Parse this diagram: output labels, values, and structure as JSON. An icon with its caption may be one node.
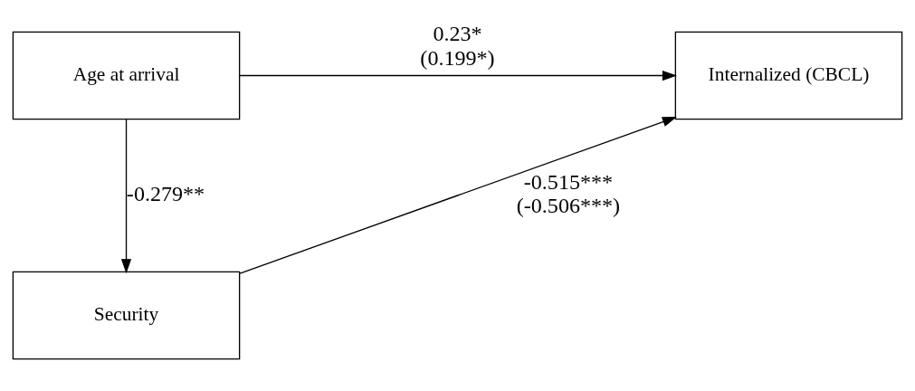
{
  "diagram": {
    "nodes": [
      {
        "text": [
          "Age at arrival"
        ]
      },
      {
        "text": [
          "Internalized (CBCL)"
        ]
      },
      {
        "text": [
          "Security"
        ]
      }
    ],
    "edges": [
      {
        "from": 0,
        "to": 1,
        "arrow": "to",
        "label": "0.23* (0.199*)"
      },
      {
        "from": 0,
        "to": 2,
        "arrow": "to",
        "label": "-0.279**"
      },
      {
        "from": 2,
        "to": 1,
        "arrow": "to",
        "label": "-0.515*** (-0.506***)"
      }
    ]
  }
}
